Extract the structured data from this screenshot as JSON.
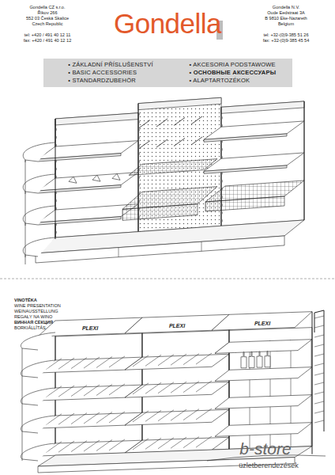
{
  "diagram": {
    "nodes": [
      {
        "text": [
          "• ZÁKLADNÍ PŘÍSLUŠENSTVÍ",
          "• BASIC ACCESSORIES",
          "• STANDARDZUBEHÖR",
          "• AKCESORIA PODSTAWOWE",
          "• ОСНОВНЫЕ АКСЕССУАРЫ",
          "• ALAPTARTOZÉKOK"
        ]
      }
    ],
    "labels": [
      "Gondella CZ s.r.o.",
      "Říkov 266",
      "552 03 Česká Skalice",
      "Czech Republic",
      "tel: +420 / 491 40 12 11",
      "fax: +420 / 491 40 12 12",
      "Gondella",
      "Gondella N.V.",
      "Oude Eedstraat 3A",
      "B 9810 Eke-Nazareth",
      "Belgium",
      "tel: +32-(0)9-385 51 26",
      "fax: +32-(0)9-385 45 54",
      "VINOTÉKA",
      "WINE PRESENTATION",
      "WEINAUSSTELLUNG",
      "REGAŁY NA WINO",
      "ВИННАЯ СЕКЦИЯ",
      "BORKIÁLLÍTÁS",
      "PLEXI",
      "PLEXI",
      "PLEXI",
      "b-store",
      "üzletberendezések"
    ]
  }
}
